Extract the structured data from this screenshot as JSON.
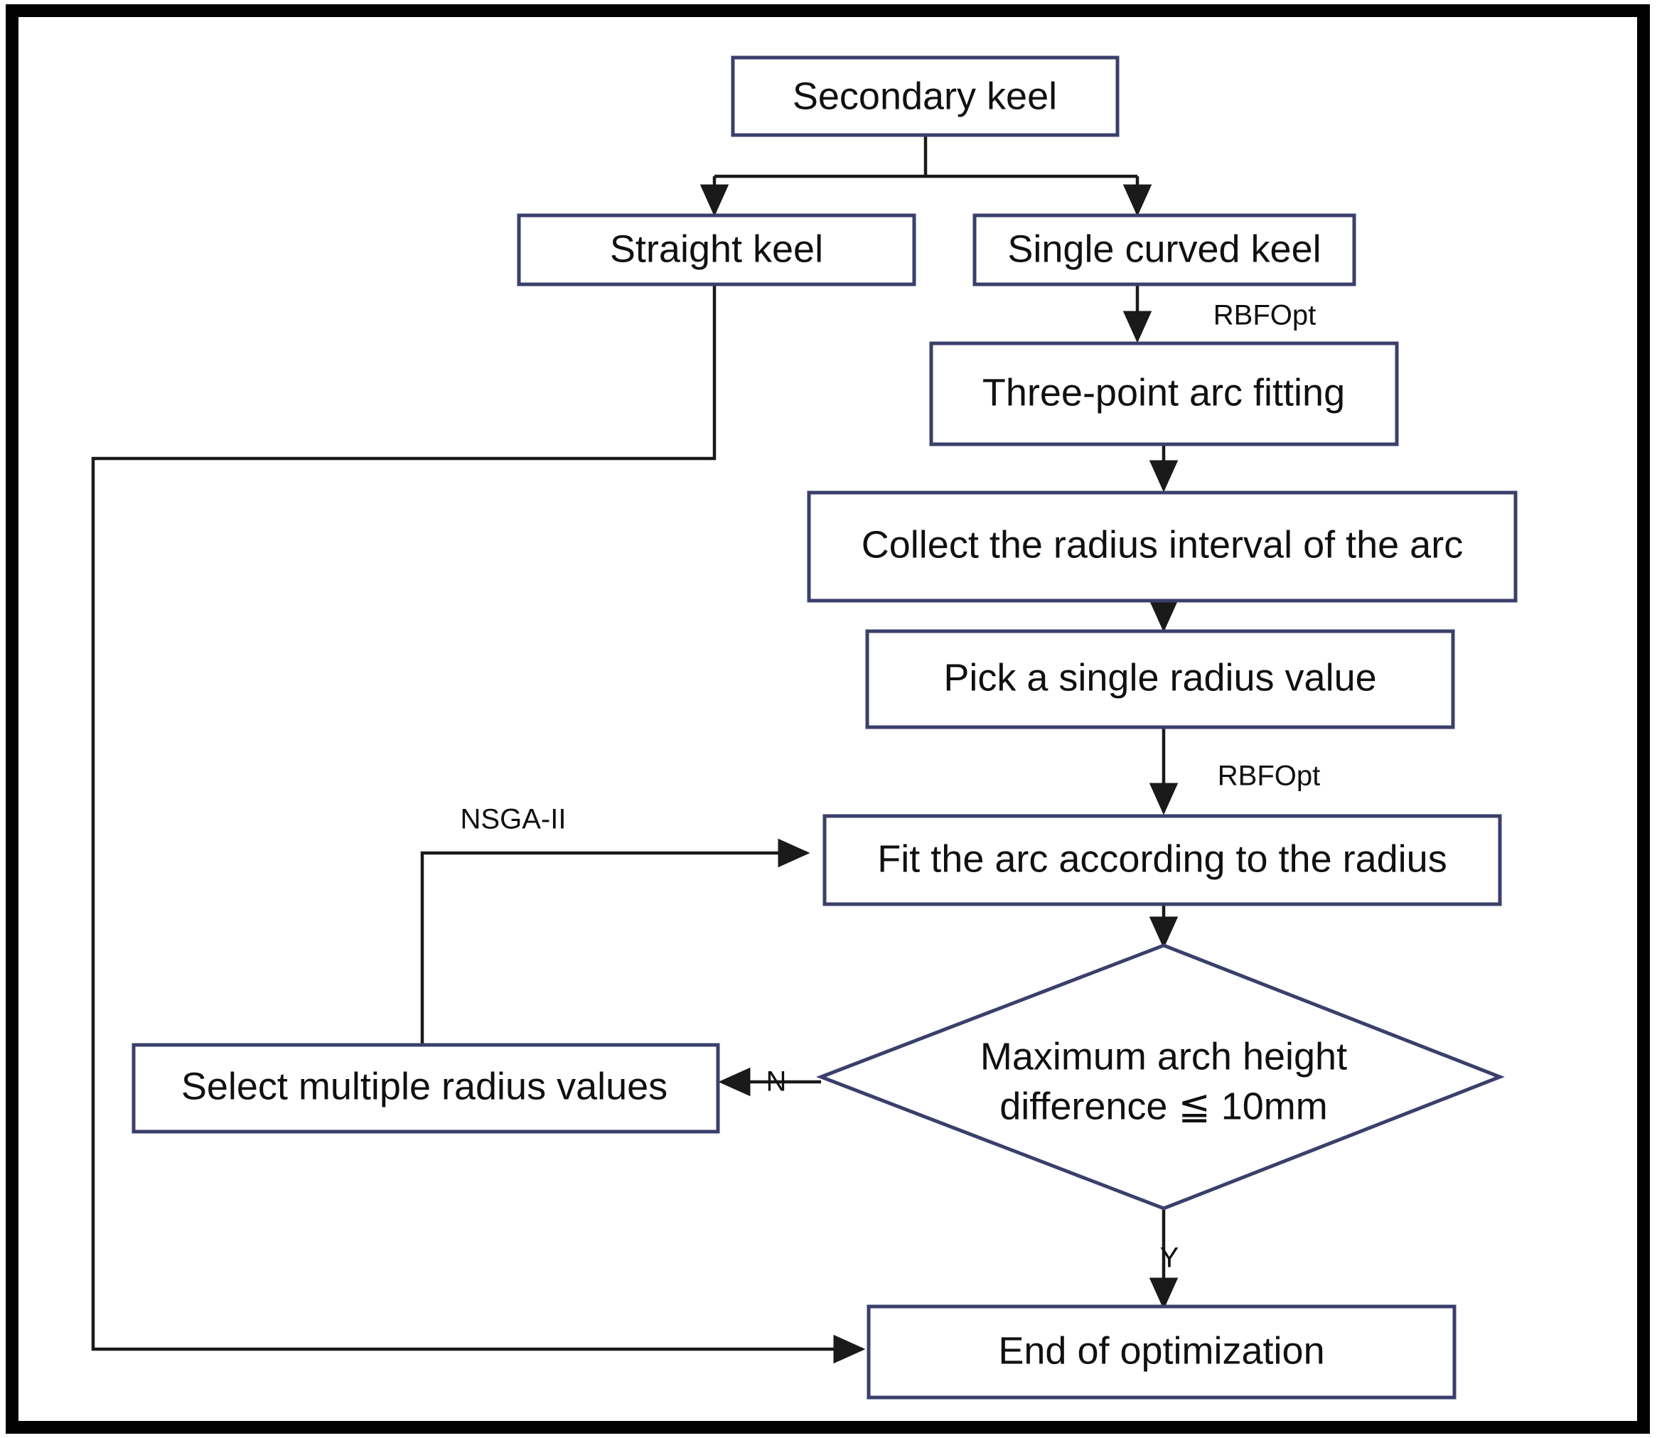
{
  "figure": {
    "kind": "flowchart",
    "title": "Secondary keel optimization flowchart",
    "frame_color": "#000000",
    "node_border_color": "#3b3f6b",
    "connector_color": "#1a1a1a",
    "background_color": "#ffffff"
  },
  "nodes": [
    {
      "id": "secondary_keel",
      "shape": "rect",
      "label": "Secondary keel"
    },
    {
      "id": "straight_keel",
      "shape": "rect",
      "label": "Straight keel"
    },
    {
      "id": "single_curved_keel",
      "shape": "rect",
      "label": "Single curved keel"
    },
    {
      "id": "three_point_arc",
      "shape": "rect",
      "label": "Three-point arc fitting"
    },
    {
      "id": "collect_radius",
      "shape": "rect",
      "label": "Collect the radius interval of the arc"
    },
    {
      "id": "pick_single_radius",
      "shape": "rect",
      "label": "Pick a single radius value"
    },
    {
      "id": "fit_arc",
      "shape": "rect",
      "label": "Fit the arc according to the radius"
    },
    {
      "id": "decision_arch",
      "shape": "diamond",
      "label_line1": "Maximum arch height",
      "label_line2": "difference ≦ 10mm"
    },
    {
      "id": "select_multiple",
      "shape": "rect",
      "label": "Select multiple radius values"
    },
    {
      "id": "end_optimization",
      "shape": "rect",
      "label": "End of optimization"
    }
  ],
  "edge_labels": {
    "rbfopt_upper": "RBFOpt",
    "rbfopt_lower": "RBFOpt",
    "nsga2": "NSGA-II",
    "decision_no": "N",
    "decision_yes": "Y"
  },
  "edges": [
    {
      "from": "secondary_keel",
      "to": "straight_keel",
      "label": ""
    },
    {
      "from": "secondary_keel",
      "to": "single_curved_keel",
      "label": ""
    },
    {
      "from": "single_curved_keel",
      "to": "three_point_arc",
      "label": "RBFOpt"
    },
    {
      "from": "three_point_arc",
      "to": "collect_radius",
      "label": ""
    },
    {
      "from": "collect_radius",
      "to": "pick_single_radius",
      "label": ""
    },
    {
      "from": "pick_single_radius",
      "to": "fit_arc",
      "label": "RBFOpt"
    },
    {
      "from": "fit_arc",
      "to": "decision_arch",
      "label": ""
    },
    {
      "from": "decision_arch",
      "to": "select_multiple",
      "label": "N"
    },
    {
      "from": "decision_arch",
      "to": "end_optimization",
      "label": "Y"
    },
    {
      "from": "select_multiple",
      "to": "fit_arc",
      "label": "NSGA-II"
    },
    {
      "from": "straight_keel",
      "to": "end_optimization",
      "label": ""
    }
  ]
}
